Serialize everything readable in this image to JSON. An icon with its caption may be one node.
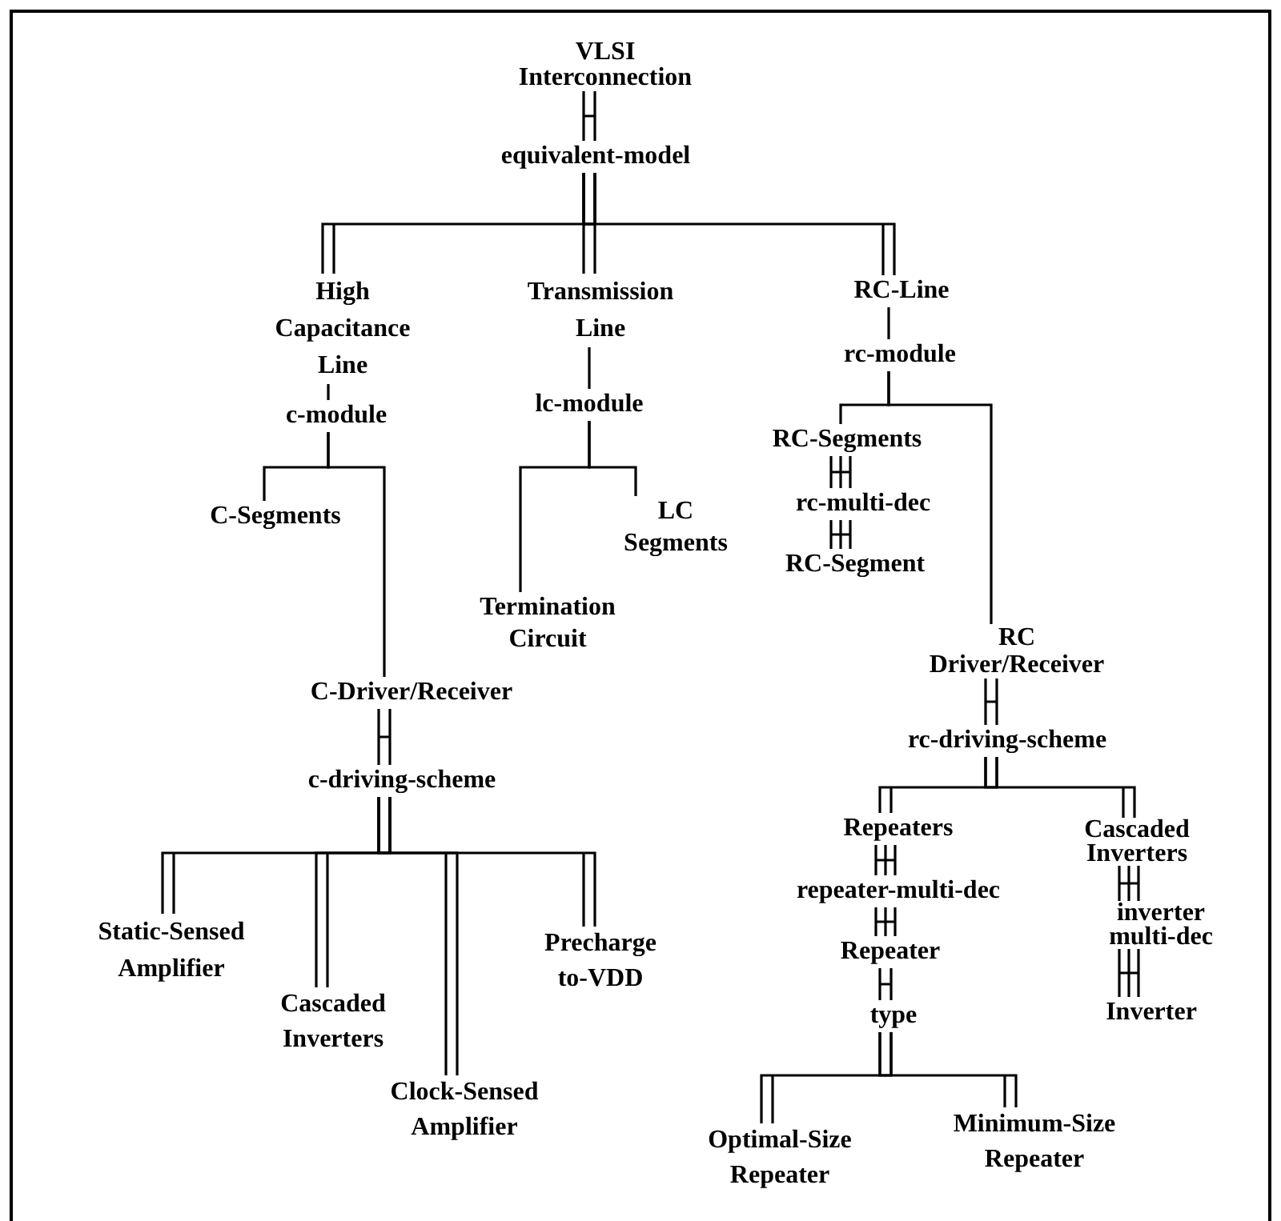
{
  "diagram": {
    "nodes": [
      {
        "text": [
          "VLSI Interconnection"
        ]
      },
      {
        "text": [
          "equivalent-model"
        ]
      },
      {
        "text": [
          "High Capacitance Line"
        ]
      },
      {
        "text": [
          "Transmission Line"
        ]
      },
      {
        "text": [
          "RC-Line"
        ]
      },
      {
        "text": [
          "c-module"
        ]
      },
      {
        "text": [
          "lc-module"
        ]
      },
      {
        "text": [
          "rc-module"
        ]
      },
      {
        "text": [
          "C-Segments"
        ]
      },
      {
        "text": [
          "LC Segments"
        ]
      },
      {
        "text": [
          "Termination Circuit"
        ]
      },
      {
        "text": [
          "RC-Segments"
        ]
      },
      {
        "text": [
          "rc-multi-dec"
        ]
      },
      {
        "text": [
          "RC-Segment"
        ]
      },
      {
        "text": [
          "C-Driver/Receiver"
        ]
      },
      {
        "text": [
          "RC Driver/Receiver"
        ]
      },
      {
        "text": [
          "c-driving-scheme"
        ]
      },
      {
        "text": [
          "rc-driving-scheme"
        ]
      },
      {
        "text": [
          "Static-Sensed Amplifier"
        ]
      },
      {
        "text": [
          "Cascaded Inverters"
        ]
      },
      {
        "text": [
          "Clock-Sensed Amplifier"
        ]
      },
      {
        "text": [
          "Precharge to-VDD"
        ]
      },
      {
        "text": [
          "Repeaters"
        ]
      },
      {
        "text": [
          "Cascaded Inverters"
        ]
      },
      {
        "text": [
          "repeater-multi-dec"
        ]
      },
      {
        "text": [
          "inverter multi-dec"
        ]
      },
      {
        "text": [
          "Repeater"
        ]
      },
      {
        "text": [
          "Inverter"
        ]
      },
      {
        "text": [
          "type"
        ]
      },
      {
        "text": [
          "Optimal-Size Repeater"
        ]
      },
      {
        "text": [
          "Minimum-Size Repeater"
        ]
      }
    ],
    "edges": [
      {
        "from": 0,
        "to": 1,
        "arrow": "none"
      },
      {
        "from": 1,
        "to": 2,
        "arrow": "none"
      },
      {
        "from": 1,
        "to": 3,
        "arrow": "none"
      },
      {
        "from": 1,
        "to": 4,
        "arrow": "none"
      },
      {
        "from": 2,
        "to": 5,
        "arrow": "none"
      },
      {
        "from": 3,
        "to": 6,
        "arrow": "none"
      },
      {
        "from": 4,
        "to": 7,
        "arrow": "none"
      },
      {
        "from": 5,
        "to": 8,
        "arrow": "none"
      },
      {
        "from": 5,
        "to": 14,
        "arrow": "none"
      },
      {
        "from": 6,
        "to": 10,
        "arrow": "none"
      },
      {
        "from": 6,
        "to": 9,
        "arrow": "none"
      },
      {
        "from": 7,
        "to": 11,
        "arrow": "none"
      },
      {
        "from": 7,
        "to": 15,
        "arrow": "none"
      },
      {
        "from": 11,
        "to": 12,
        "arrow": "none"
      },
      {
        "from": 12,
        "to": 13,
        "arrow": "none"
      },
      {
        "from": 14,
        "to": 16,
        "arrow": "none"
      },
      {
        "from": 16,
        "to": 18,
        "arrow": "none"
      },
      {
        "from": 16,
        "to": 19,
        "arrow": "none"
      },
      {
        "from": 16,
        "to": 20,
        "arrow": "none"
      },
      {
        "from": 16,
        "to": 21,
        "arrow": "none"
      },
      {
        "from": 15,
        "to": 17,
        "arrow": "none"
      },
      {
        "from": 17,
        "to": 22,
        "arrow": "none"
      },
      {
        "from": 17,
        "to": 23,
        "arrow": "none"
      },
      {
        "from": 22,
        "to": 24,
        "arrow": "none"
      },
      {
        "from": 23,
        "to": 25,
        "arrow": "none"
      },
      {
        "from": 24,
        "to": 26,
        "arrow": "none"
      },
      {
        "from": 25,
        "to": 27,
        "arrow": "none"
      },
      {
        "from": 26,
        "to": 28,
        "arrow": "none"
      },
      {
        "from": 28,
        "to": 29,
        "arrow": "none"
      },
      {
        "from": 28,
        "to": 30,
        "arrow": "none"
      }
    ]
  }
}
